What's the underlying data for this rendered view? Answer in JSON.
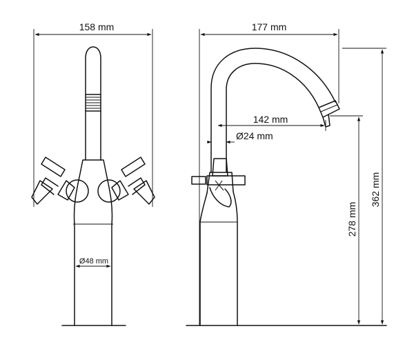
{
  "dimensions": {
    "front_width": "158 mm",
    "front_base_diameter": "Ø48 mm",
    "side_width": "177 mm",
    "side_reach": "142 mm",
    "side_spout_diameter": "Ø24 mm",
    "side_spout_height": "278  mm",
    "side_total_height": "362 mm"
  },
  "colors": {
    "line": "#111111",
    "background": "#ffffff"
  }
}
